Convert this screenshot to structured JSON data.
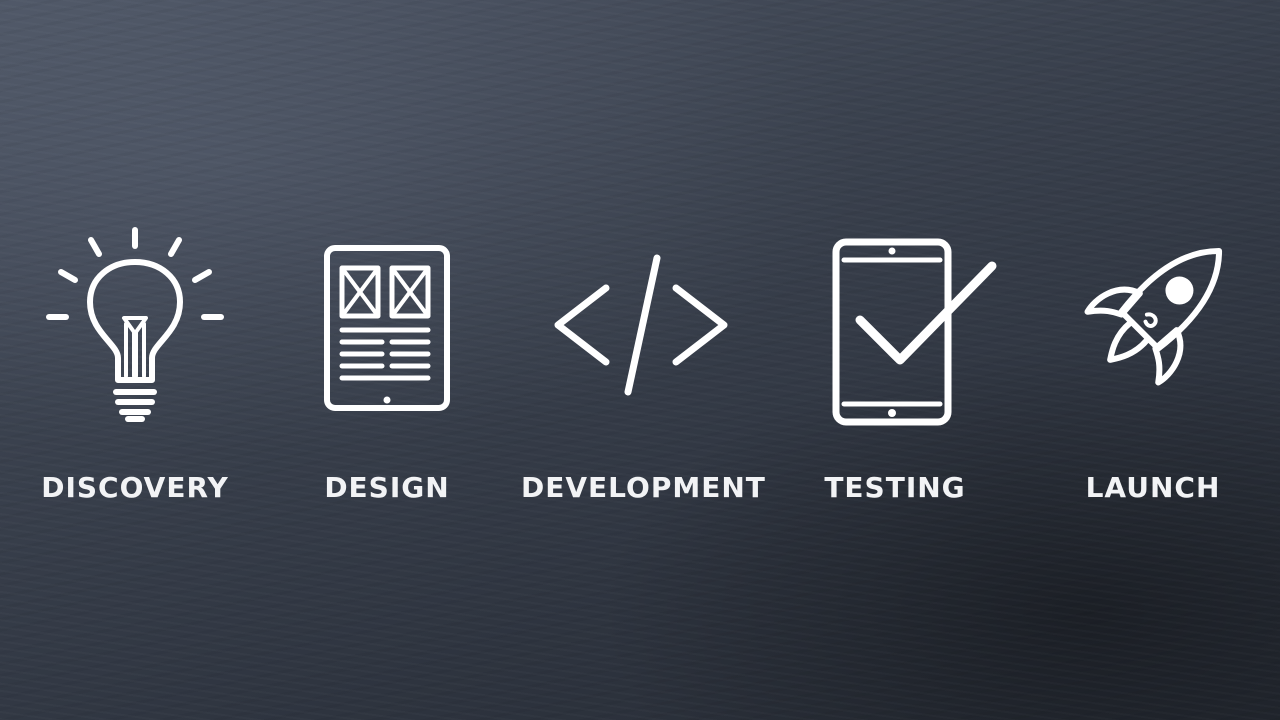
{
  "steps": [
    {
      "label": "DISCOVERY",
      "icon": "lightbulb-icon"
    },
    {
      "label": "DESIGN",
      "icon": "tablet-wireframe-icon"
    },
    {
      "label": "DEVELOPMENT",
      "icon": "code-brackets-icon"
    },
    {
      "label": "TESTING",
      "icon": "phone-checkmark-icon"
    },
    {
      "label": "LAUNCH",
      "icon": "rocket-icon"
    }
  ],
  "colors": {
    "background": "#353b47",
    "foreground": "#ffffff"
  }
}
